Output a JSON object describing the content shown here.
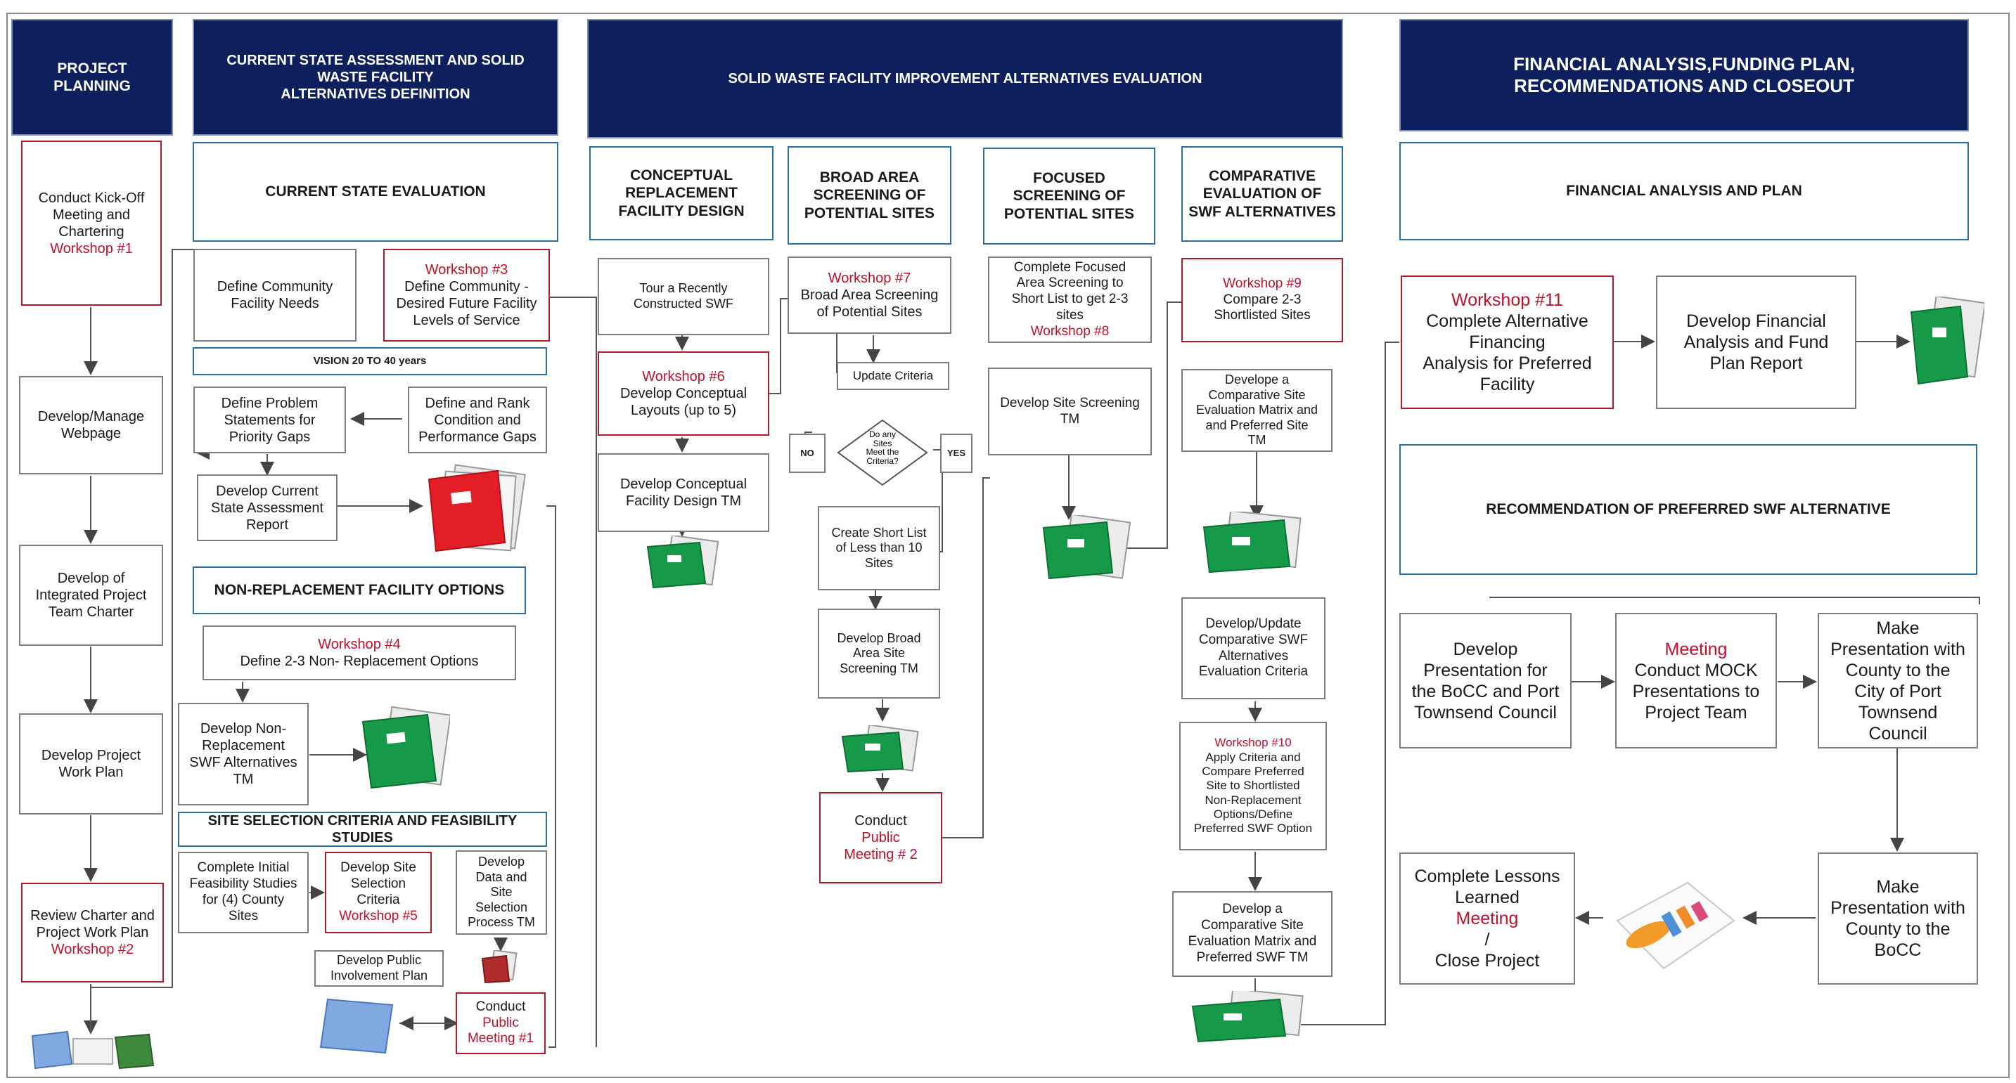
{
  "phases": {
    "project_planning": "PROJECT\nPLANNING",
    "current_state": "CURRENT STATE ASSESSMENT AND SOLID\nWASTE FACILITY\nALTERNATIVES DEFINITION",
    "alternatives_eval": "SOLID WASTE FACILITY IMPROVEMENT ALTERNATIVES EVALUATION",
    "financial": "FINANCIAL ANALYSIS,FUNDING PLAN,\nRECOMMENDATIONS AND CLOSEOUT"
  },
  "subheaders": {
    "current_state_evaluation": "CURRENT STATE EVALUATION",
    "vision": "VISION 20 TO 40 years",
    "non_replacement": "NON-REPLACEMENT FACILITY OPTIONS",
    "site_selection": "SITE SELECTION CRITERIA  AND FEASIBILITY\nSTUDIES",
    "conceptual_design": "CONCEPTUAL\nREPLACEMENT\nFACILITY DESIGN",
    "broad_area": "BROAD AREA\nSCREENING OF\nPOTENTIAL SITES",
    "focused": "FOCUSED\nSCREENING OF\nPOTENTIAL SITES",
    "comparative": "COMPARATIVE\nEVALUATION OF\nSWF ALTERNATIVES",
    "financial_plan": "FINANCIAL ANALYSIS AND PLAN",
    "recommendation": "RECOMMENDATION OF PREFERRED SWF ALTERNATIVE"
  },
  "boxes": {
    "kickoff": {
      "text": "Conduct Kick-Off\nMeeting and\nChartering",
      "red": "Workshop #1"
    },
    "webpage": {
      "text": "Develop/Manage\nWebpage"
    },
    "charter": {
      "text": "Develop of\nIntegrated Project\nTeam Charter"
    },
    "work_plan": {
      "text": "Develop Project\nWork Plan"
    },
    "review": {
      "text": "Review Charter and\nProject Work Plan",
      "red": "Workshop #2"
    },
    "community_needs": {
      "text": "Define Community\nFacility Needs"
    },
    "ws3": {
      "red": "Workshop #3",
      "text": "Define Community -\nDesired Future Facility\nLevels of Service"
    },
    "problem": {
      "text": "Define Problem\nStatements for\nPriority Gaps"
    },
    "rank": {
      "text": "Define and Rank\nCondition and\nPerformance Gaps"
    },
    "current_report": {
      "text": "Develop Current\nState Assessment\nReport"
    },
    "ws4": {
      "red": "Workshop #4",
      "text": "Define  2-3 Non- Replacement Options"
    },
    "non_repl_tm": {
      "text": "Develop Non-\nReplacement\nSWF Alternatives\nTM"
    },
    "feasibility": {
      "text": "Complete Initial\nFeasibility Studies\nfor (4) County\nSites"
    },
    "site_criteria": {
      "text": "Develop Site\nSelection\nCriteria",
      "red": "Workshop #5"
    },
    "site_data": {
      "text": "Develop\nData and\nSite\nSelection\nProcess TM"
    },
    "public_plan": {
      "text": "Develop Public\nInvolvement Plan"
    },
    "public1": {
      "text": "Conduct",
      "red": "Public\nMeeting #1"
    },
    "tour": {
      "text": "Tour a Recently\nConstructed SWF"
    },
    "ws6": {
      "red": "Workshop #6",
      "text": "Develop Conceptual\nLayouts (up to 5)"
    },
    "concept_tm": {
      "text": "Develop Conceptual\nFacility Design TM"
    },
    "ws7": {
      "red": "Workshop #7",
      "text": "Broad Area Screening\nof  Potential Sites"
    },
    "update_criteria": {
      "text": "Update Criteria"
    },
    "decision": {
      "text": "Do any\nSites\nMeet the\nCriteria?"
    },
    "no": {
      "text": "NO"
    },
    "yes": {
      "text": "YES"
    },
    "short_list": {
      "text": "Create Short List\nof Less than 10\nSites"
    },
    "broad_tm": {
      "text": "Develop Broad\nArea Site\nScreening TM"
    },
    "public2": {
      "text": "Conduct",
      "red_inline": "Public",
      "red": "Meeting # 2"
    },
    "focused_screen": {
      "text": "Complete Focused\nArea Screening to\nShort List to get 2-3\nsites",
      "red": "Workshop #8"
    },
    "site_tm": {
      "text": "Develop Site Screening\nTM"
    },
    "ws9": {
      "red": "Workshop #9",
      "text": "Compare 2-3\nShortlisted Sites"
    },
    "matrix1": {
      "text": "Developе a\nComparative Site\nEvaluation Matrix and\nand Preferred Site\nTM"
    },
    "criteria_update": {
      "text": "Develop/Update\nComparative SWF\nAlternatives\nEvaluation Criteria"
    },
    "ws10": {
      "red": "Workshop #10",
      "text": "Apply Criteria and\nCompare  Preferred\nSite to Shortlisted\nNon-Replacement\nOptions/Define\nPreferred SWF Option"
    },
    "matrix2": {
      "text": "Develop a\nComparative Site\nEvaluation Matrix and\nPreferred SWF TM"
    },
    "ws11": {
      "red": "Workshop #11",
      "text": "Complete Alternative\nFinancing\nAnalysis for Preferred\nFacility"
    },
    "fin_report": {
      "text": "Develop Financial\nAnalysis and Fund\nPlan Report"
    },
    "pres_council": {
      "text": "Develop\nPresentation for\nthe BoCC and  Port\nTownsend Council"
    },
    "mock": {
      "red": "Meeting",
      "text": "Conduct MOCK\nPresentations to\nProject Team"
    },
    "pres_city": {
      "text": "Make\nPresentation with\nCounty to the\nCity of Port\nTownsend\nCouncil"
    },
    "lessons": {
      "text_a": "Complete Lessons\nLearned",
      "red_inline": "Meeting",
      "text_b": "/\nClose Project"
    },
    "pres_bocc": {
      "text": "Make\nPresentation with\nCounty to the\nBoCC"
    }
  },
  "colors": {
    "navy": "#0d1f5c",
    "accent_red": "#c0102a",
    "folder_green": "#169a4a",
    "folder_red": "#e41e26",
    "blue_border": "#2c6ea0"
  },
  "icons": [
    "folder-red-icon",
    "folder-green-icon",
    "report-chart-icon",
    "document-blue-icon",
    "folder-small-icon"
  ]
}
